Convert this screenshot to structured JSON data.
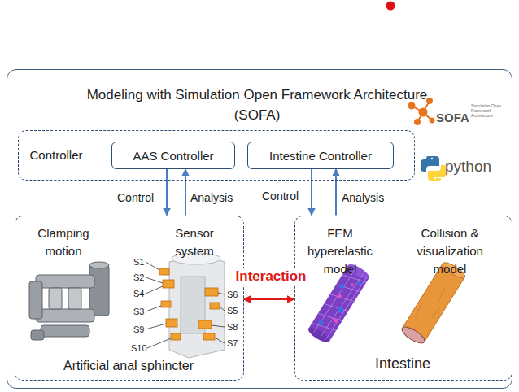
{
  "diagram": {
    "nodes": [
      {
        "text": [
          "Modeling with Simulation Open Framework Architecture (SOFA)"
        ]
      },
      {
        "text": [
          "Controller"
        ],
        "in": 0
      },
      {
        "text": [
          "AAS Controller"
        ],
        "in": 1
      },
      {
        "text": [
          "Intestine Controller"
        ],
        "in": 1
      },
      {
        "text": [
          "Artificial anal sphincter"
        ],
        "in": 0
      },
      {
        "text": [
          "Intestine"
        ],
        "in": 0
      }
    ],
    "edges": [
      {
        "from": 2,
        "to": 4,
        "label": "Control",
        "arrow": "to"
      },
      {
        "from": 4,
        "to": 2,
        "label": "Analysis",
        "arrow": "to"
      },
      {
        "from": 3,
        "to": 5,
        "label": "Control",
        "arrow": "to"
      },
      {
        "from": 5,
        "to": 3,
        "label": "Analysis",
        "arrow": "to"
      },
      {
        "from": 4,
        "to": 5,
        "label": "Interaction",
        "arrow": "both"
      }
    ],
    "labels": [
      "SOFA",
      "Simulation Open Framework Architecture",
      "python",
      "Clamping motion",
      "Sensor system",
      "S1",
      "S2",
      "S4",
      "S3",
      "S9",
      "S10",
      "S6",
      "S5",
      "S8",
      "S7",
      "FEM hyperelastic model",
      "Collision & visualization model"
    ]
  }
}
